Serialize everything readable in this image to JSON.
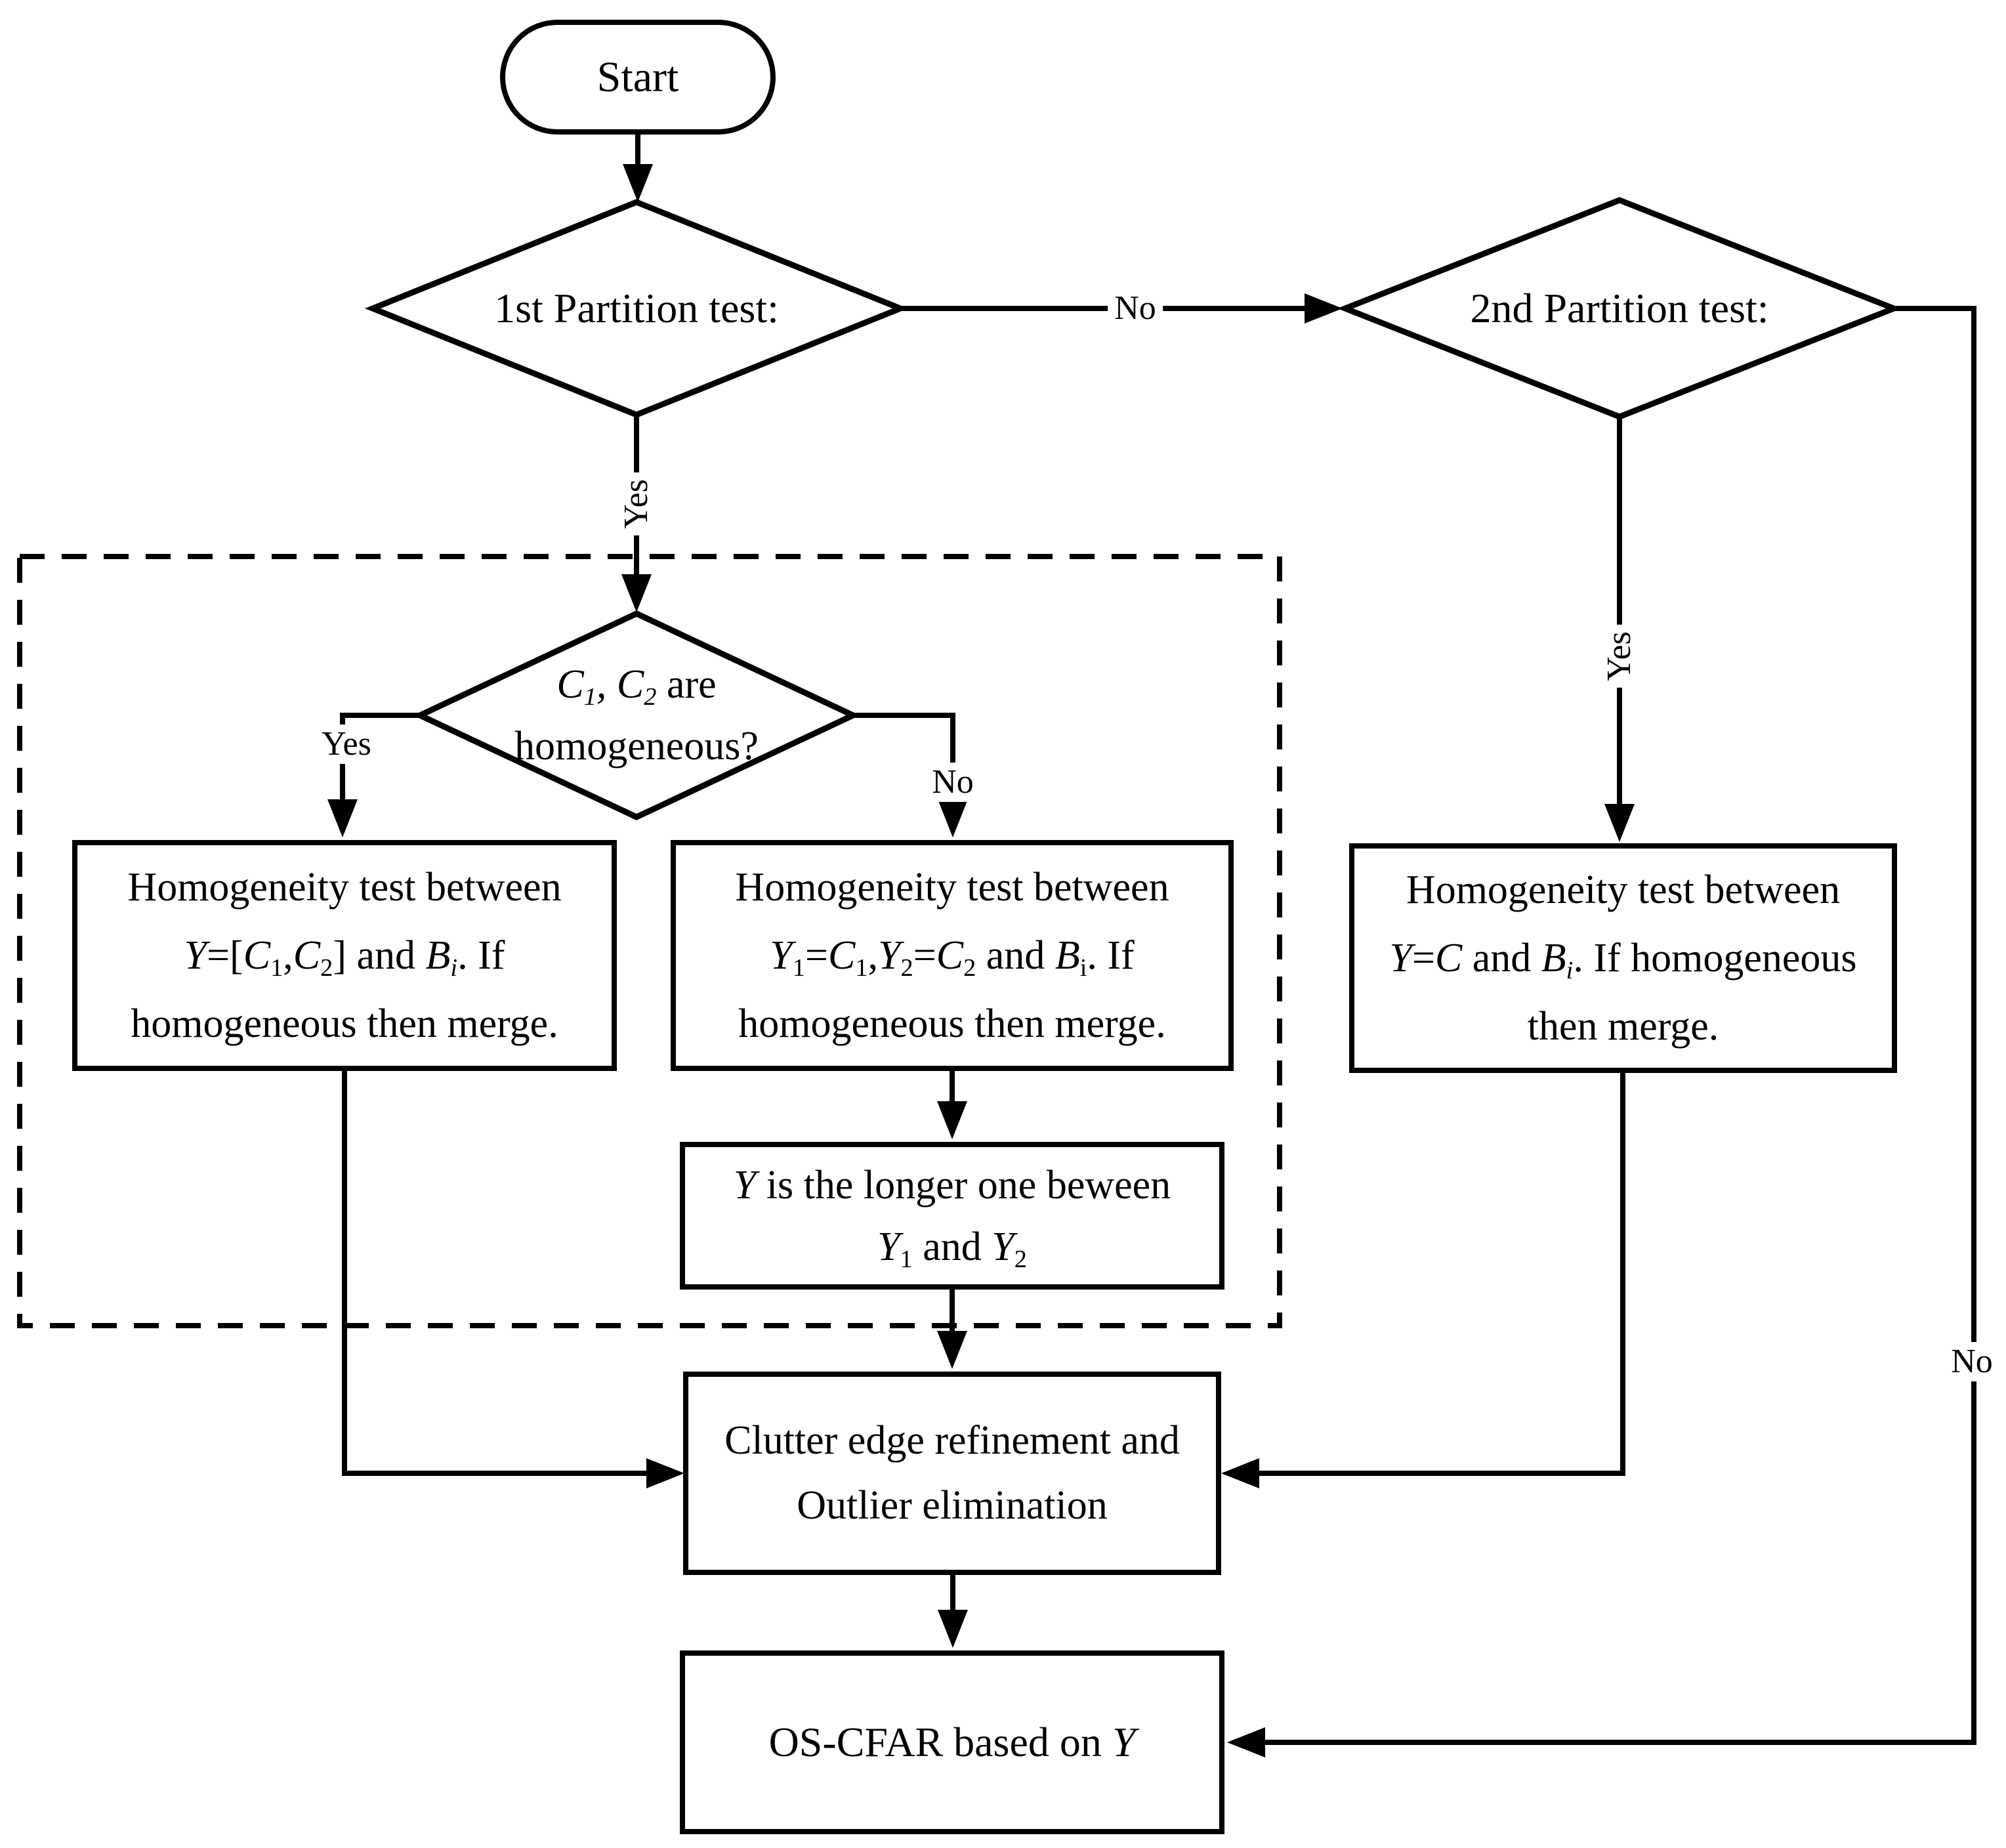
{
  "page": {
    "background": "#ffffff",
    "ink": "#000000"
  },
  "diagram": {
    "nodes": {
      "start": {
        "lines": [
          [
            {
              "t": "Start"
            }
          ]
        ]
      },
      "partition_test_1": {
        "lines": [
          [
            {
              "t": "1st Partition test:"
            }
          ]
        ]
      },
      "partition_test_2": {
        "lines": [
          [
            {
              "t": "2nd Partition test:"
            }
          ]
        ]
      },
      "c1c2_homogeneous": {
        "lines": [
          [
            {
              "t": "C",
              "i": true
            },
            {
              "t": "1",
              "i": true,
              "s": true
            },
            {
              "t": ", ",
              "i": true
            },
            {
              "t": "C",
              "i": true
            },
            {
              "t": "2",
              "i": true,
              "s": true
            },
            {
              "t": " are"
            }
          ],
          [
            {
              "t": "homogeneous?"
            }
          ]
        ]
      },
      "merge_test_joint": {
        "lines": [
          [
            {
              "t": "Homogeneity test between"
            }
          ],
          [
            {
              "t": "Y",
              "i": true
            },
            {
              "t": "=["
            },
            {
              "t": "C",
              "i": true
            },
            {
              "t": "1",
              "s": true
            },
            {
              "t": ","
            },
            {
              "t": "C",
              "i": true
            },
            {
              "t": "2",
              "s": true
            },
            {
              "t": "] and "
            },
            {
              "t": "B",
              "i": true
            },
            {
              "t": "i",
              "i": true,
              "s": true
            },
            {
              "t": ". If"
            }
          ],
          [
            {
              "t": "homogeneous then merge."
            }
          ]
        ]
      },
      "merge_test_split": {
        "lines": [
          [
            {
              "t": "Homogeneity test between"
            }
          ],
          [
            {
              "t": "Y",
              "i": true
            },
            {
              "t": "1",
              "s": true
            },
            {
              "t": "="
            },
            {
              "t": "C",
              "i": true
            },
            {
              "t": "1",
              "s": true
            },
            {
              "t": ","
            },
            {
              "t": "Y",
              "i": true
            },
            {
              "t": "2",
              "s": true
            },
            {
              "t": "="
            },
            {
              "t": "C",
              "i": true
            },
            {
              "t": "2",
              "s": true
            },
            {
              "t": " and "
            },
            {
              "t": "B",
              "i": true
            },
            {
              "t": "i",
              "s": true
            },
            {
              "t": ". If"
            }
          ],
          [
            {
              "t": "homogeneous then merge."
            }
          ]
        ]
      },
      "merge_test_whole": {
        "lines": [
          [
            {
              "t": "Homogeneity test between"
            }
          ],
          [
            {
              "t": "Y",
              "i": true
            },
            {
              "t": "="
            },
            {
              "t": "C",
              "i": true
            },
            {
              "t": " and "
            },
            {
              "t": "B",
              "i": true
            },
            {
              "t": "i",
              "i": true,
              "s": true
            },
            {
              "t": ". If homogeneous"
            }
          ],
          [
            {
              "t": "then merge."
            }
          ]
        ]
      },
      "y_longer": {
        "lines": [
          [
            {
              "t": "Y",
              "i": true
            },
            {
              "t": " is the longer one beween"
            }
          ],
          [
            {
              "t": "Y",
              "i": true
            },
            {
              "t": "1",
              "s": true
            },
            {
              "t": " and "
            },
            {
              "t": "Y",
              "i": true
            },
            {
              "t": "2",
              "s": true
            }
          ]
        ]
      },
      "clutter_edge": {
        "lines": [
          [
            {
              "t": "Clutter edge refinement and"
            }
          ],
          [
            {
              "t": "Outlier elimination"
            }
          ]
        ]
      },
      "os_cfar": {
        "lines": [
          [
            {
              "t": "OS-CFAR based on "
            },
            {
              "t": "Y",
              "i": true
            }
          ]
        ]
      }
    },
    "edge_labels": {
      "partition1_no": "No",
      "partition1_yes": "Yes",
      "c1c2_yes": "Yes",
      "c1c2_no": "No",
      "partition2_yes": "Yes",
      "partition2_no": "No"
    }
  }
}
